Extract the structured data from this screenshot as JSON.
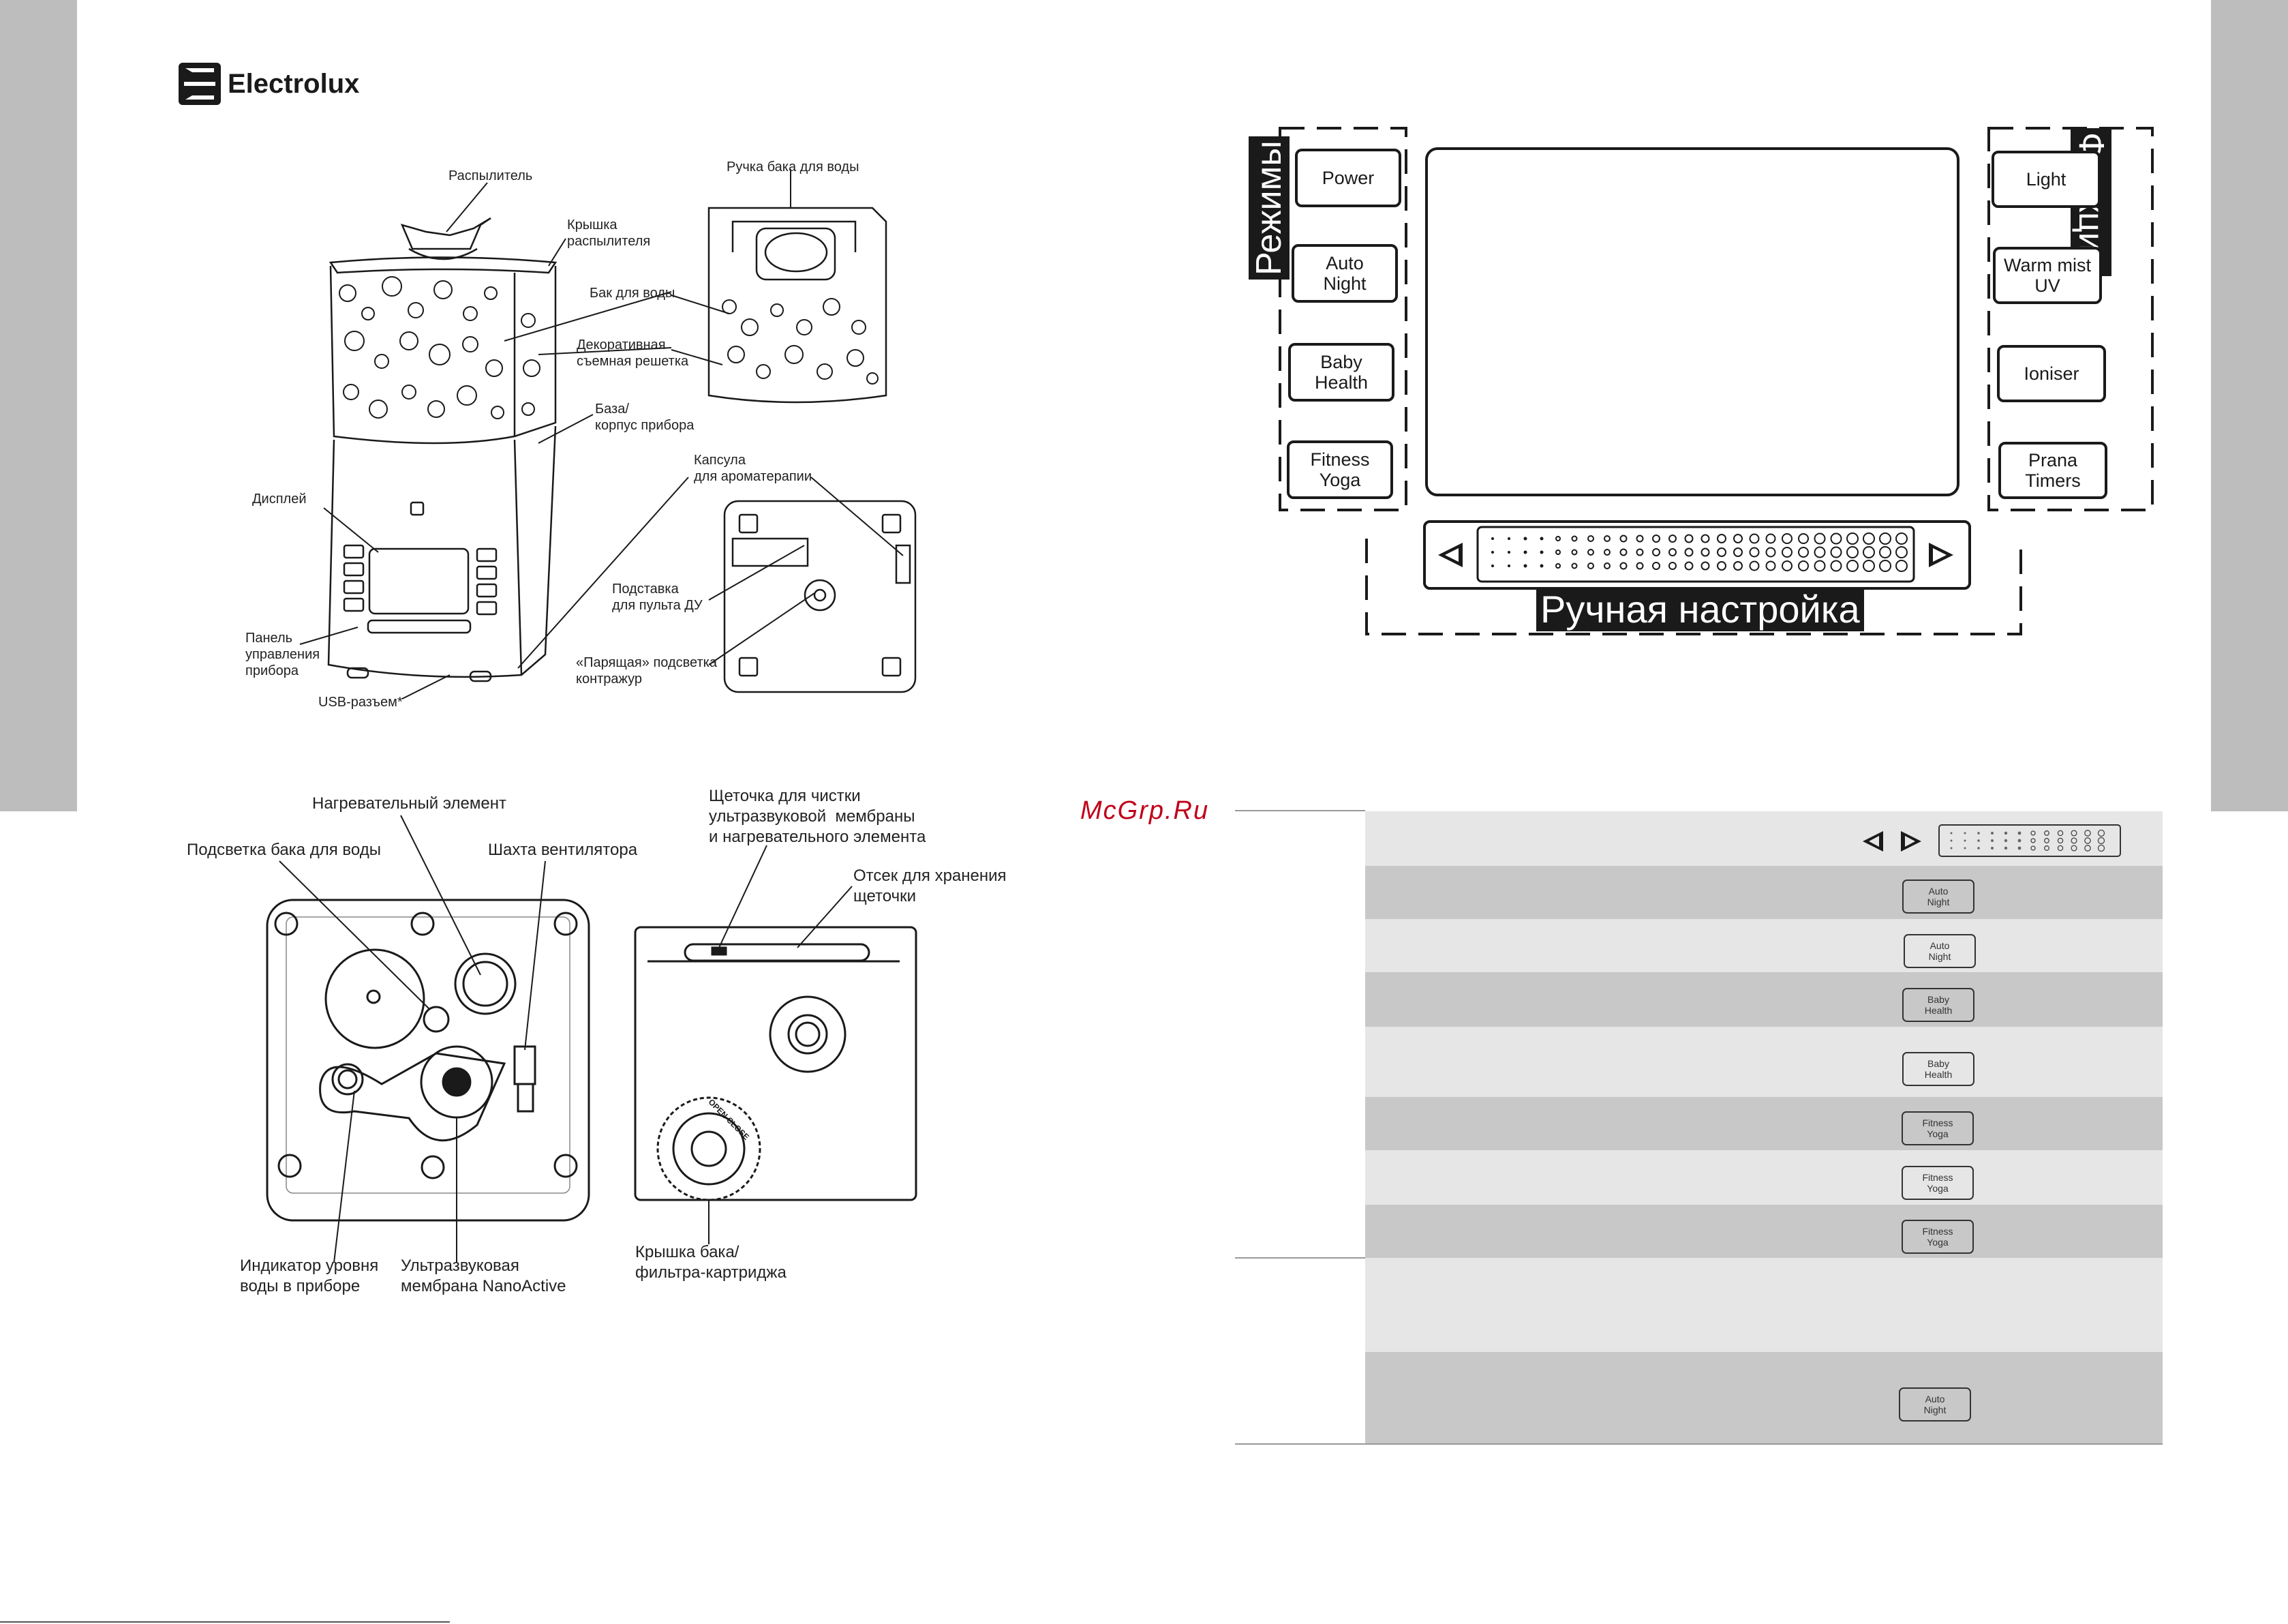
{
  "brand": {
    "name": "Electrolux"
  },
  "diagram1": {
    "labels": {
      "atomizer": "Распылитель",
      "atomizer_cover": "Крышка\nраспылителя",
      "water_tank": "Бак для воды",
      "decor_grille": "Декоративная\nсъемная решетка",
      "base": "База/\nкорпус прибора",
      "display": "Дисплей",
      "control_panel": "Панель\nуправления\nприбора",
      "usb": "USB-разъем*",
      "tank_handle": "Ручка бака для воды",
      "aroma_capsule": "Капсула\nдля ароматерапии",
      "remote_stand": "Подставка\nдля пульта ДУ",
      "floating_light": "«Парящая» подсветка\nконтражур"
    }
  },
  "diagram2": {
    "labels": {
      "heater": "Нагревательный элемент",
      "tank_light": "Подсветка бака для воды",
      "fan_shaft": "Шахта вентилятора",
      "level_indicator": "Индикатор уровня\nводы в приборе",
      "membrane": "Ультразвуковая\nмембрана NanoActive",
      "brush": "Щеточка для чистки\nультразвуковой  мембраны\nи нагревательного элемента",
      "brush_storage": "Отсек для хранения\nщеточки",
      "tank_cap": "Крышка бака/\nфильтра-картриджа",
      "open_close": "OPEN  CLOSE"
    }
  },
  "panel": {
    "modes_title": "Режимы",
    "functions_title": "Функции",
    "manual_title": "Ручная настройка",
    "mode_buttons": [
      "Power",
      "Auto\nNight",
      "Baby\nHealth",
      "Fitness\nYoga"
    ],
    "function_buttons": [
      "Light",
      "Warm mist\nUV",
      "Ioniser",
      "Prana\nTimers"
    ],
    "left_arrow_icon": "triangle-left-icon",
    "right_arrow_icon": "triangle-right-icon"
  },
  "watermark": "McGrp.Ru",
  "table": {
    "rows": [
      {
        "shade": "light",
        "button": ""
      },
      {
        "shade": "dark",
        "button": "Auto\nNight"
      },
      {
        "shade": "light",
        "button": "Auto\nNight"
      },
      {
        "shade": "dark",
        "button": "Baby\nHealth"
      },
      {
        "shade": "light",
        "button": "Baby\nHealth"
      },
      {
        "shade": "dark",
        "button": "Fitness\nYoga"
      },
      {
        "shade": "light",
        "button": "Fitness\nYoga"
      },
      {
        "shade": "dark",
        "button": "Fitness\nYoga"
      },
      {
        "shade": "light",
        "button": ""
      },
      {
        "shade": "dark",
        "button": "Auto\nNight"
      }
    ]
  },
  "colors": {
    "edge_gray": "#bdbdbd",
    "row_dark": "#c8c8c8",
    "row_light": "#e6e6e6",
    "watermark": "#c0001a"
  }
}
